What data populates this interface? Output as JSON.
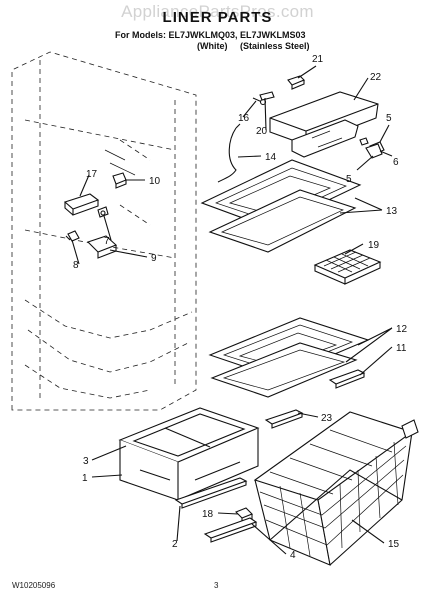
{
  "watermark": "AppliancePartsPros.com",
  "title": "LINER PARTS",
  "models_line": "For Models: EL7JWKLMQ03, EL7JWKLMS03",
  "variant_white": "(White)",
  "variant_stainless": "(Stainless Steel)",
  "doc_number": "W10205096",
  "page_number": "3",
  "callouts": [
    "21",
    "22",
    "16",
    "20",
    "5",
    "6",
    "14",
    "5",
    "17",
    "10",
    "13",
    "7",
    "19",
    "8",
    "9",
    "12",
    "11",
    "23",
    "3",
    "1",
    "18",
    "2",
    "4",
    "15"
  ]
}
